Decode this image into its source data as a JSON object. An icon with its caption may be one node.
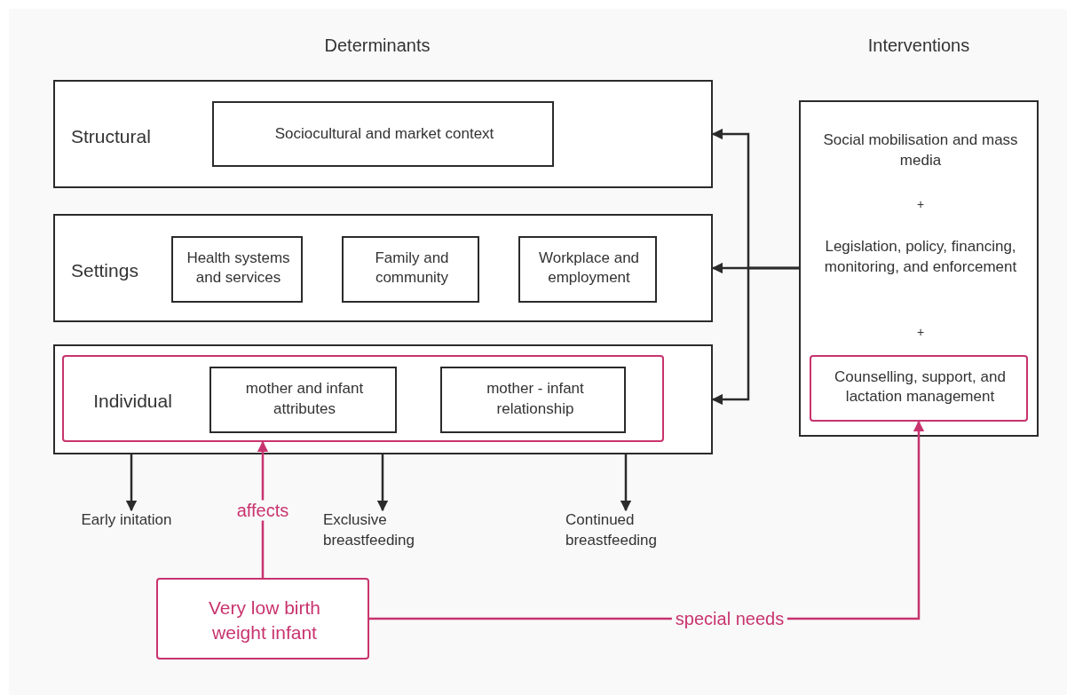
{
  "diagram": {
    "nodes": [
      {
        "text": [
          "Structural"
        ]
      },
      {
        "text": [
          "Sociocultural and market context"
        ],
        "in": 0
      },
      {
        "text": [
          "Settings"
        ]
      },
      {
        "text": [
          "Health systems and services"
        ],
        "in": 2
      },
      {
        "text": [
          "Family and community"
        ],
        "in": 2
      },
      {
        "text": [
          "Workplace and employment"
        ],
        "in": 2
      },
      {
        "text": [],
        "shape": "box"
      },
      {
        "text": [
          "Individual"
        ],
        "in": 6
      },
      {
        "text": [
          "mother and infant attributes"
        ],
        "in": 7
      },
      {
        "text": [
          "mother - infant relationship"
        ],
        "in": 7
      },
      {
        "text": [
          "Social mobilisation and mass media",
          "+",
          "Legislation, policy, financing, monitoring, and enforcement",
          "+"
        ]
      },
      {
        "text": [
          "Counselling, support, and lactation management"
        ],
        "in": 10
      },
      {
        "text": [
          "Early initation"
        ]
      },
      {
        "text": [
          "Exclusive breastfeeding"
        ]
      },
      {
        "text": [
          "Continued breastfeeding"
        ]
      },
      {
        "text": [
          "Very low birth weight infant"
        ]
      }
    ],
    "edges": [
      {
        "from": 10,
        "to": 0,
        "arrow": "to"
      },
      {
        "from": 10,
        "to": 2,
        "arrow": "to"
      },
      {
        "from": 10,
        "to": 6,
        "arrow": "to"
      },
      {
        "from": 6,
        "to": 12,
        "arrow": "to"
      },
      {
        "from": 6,
        "to": 13,
        "arrow": "to"
      },
      {
        "from": 6,
        "to": 14,
        "arrow": "to"
      },
      {
        "from": 15,
        "to": 7,
        "arrow": "to",
        "label": "affects",
        "color": "#c8336e"
      },
      {
        "from": 15,
        "to": 11,
        "arrow": "to",
        "label": "special needs",
        "color": "#c8336e"
      }
    ],
    "labels": [
      "Determinants",
      "Interventions"
    ]
  }
}
